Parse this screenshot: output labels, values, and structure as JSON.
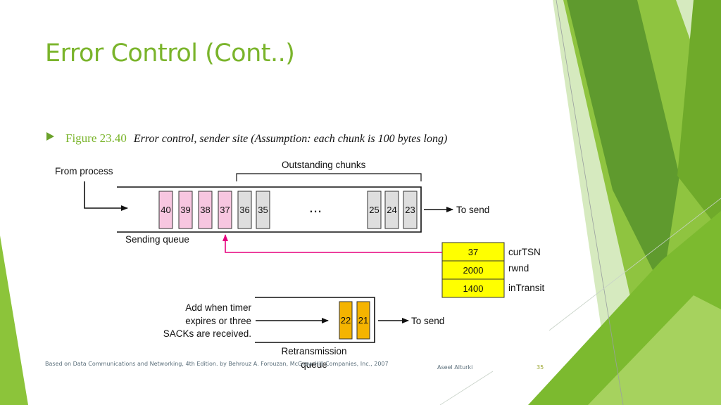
{
  "slide": {
    "title": "Error Control (Cont..)",
    "figure_label": "Figure 23.40",
    "figure_caption": "Error control, sender site (Assumption: each chunk is 100 bytes long)"
  },
  "diagram": {
    "from_process": "From process",
    "outstanding_label": "Outstanding chunks",
    "sending_queue_label": "Sending queue",
    "to_send_1": "To send",
    "to_send_2": "To send",
    "ellipsis": "...",
    "sending_pink": [
      "40",
      "39",
      "38",
      "37"
    ],
    "sending_gray_left": [
      "36",
      "35"
    ],
    "sending_gray_right": [
      "25",
      "24",
      "23"
    ],
    "variables": [
      {
        "value": "37",
        "name": "curTSN"
      },
      {
        "value": "2000",
        "name": "rwnd"
      },
      {
        "value": "1400",
        "name": "inTransit"
      }
    ],
    "add_when_lines": [
      "Add when timer",
      "expires or three",
      "SACKs are received."
    ],
    "retransmission": [
      "22",
      "21"
    ],
    "retrans_label_lines": [
      "Retransmission",
      "queue"
    ],
    "colors": {
      "pink": "#f7c6e0",
      "gray": "#dedede",
      "yellow": "#ffff00",
      "orange": "#f5b400",
      "magenta_arrow": "#e6007e"
    }
  },
  "footer": {
    "source": "Based on Data Communications and Networking, 4th Edition. by Behrouz A. Forouzan, McGraw-Hill Companies, Inc., 2007",
    "author": "Aseel Alturki",
    "page": "35"
  }
}
